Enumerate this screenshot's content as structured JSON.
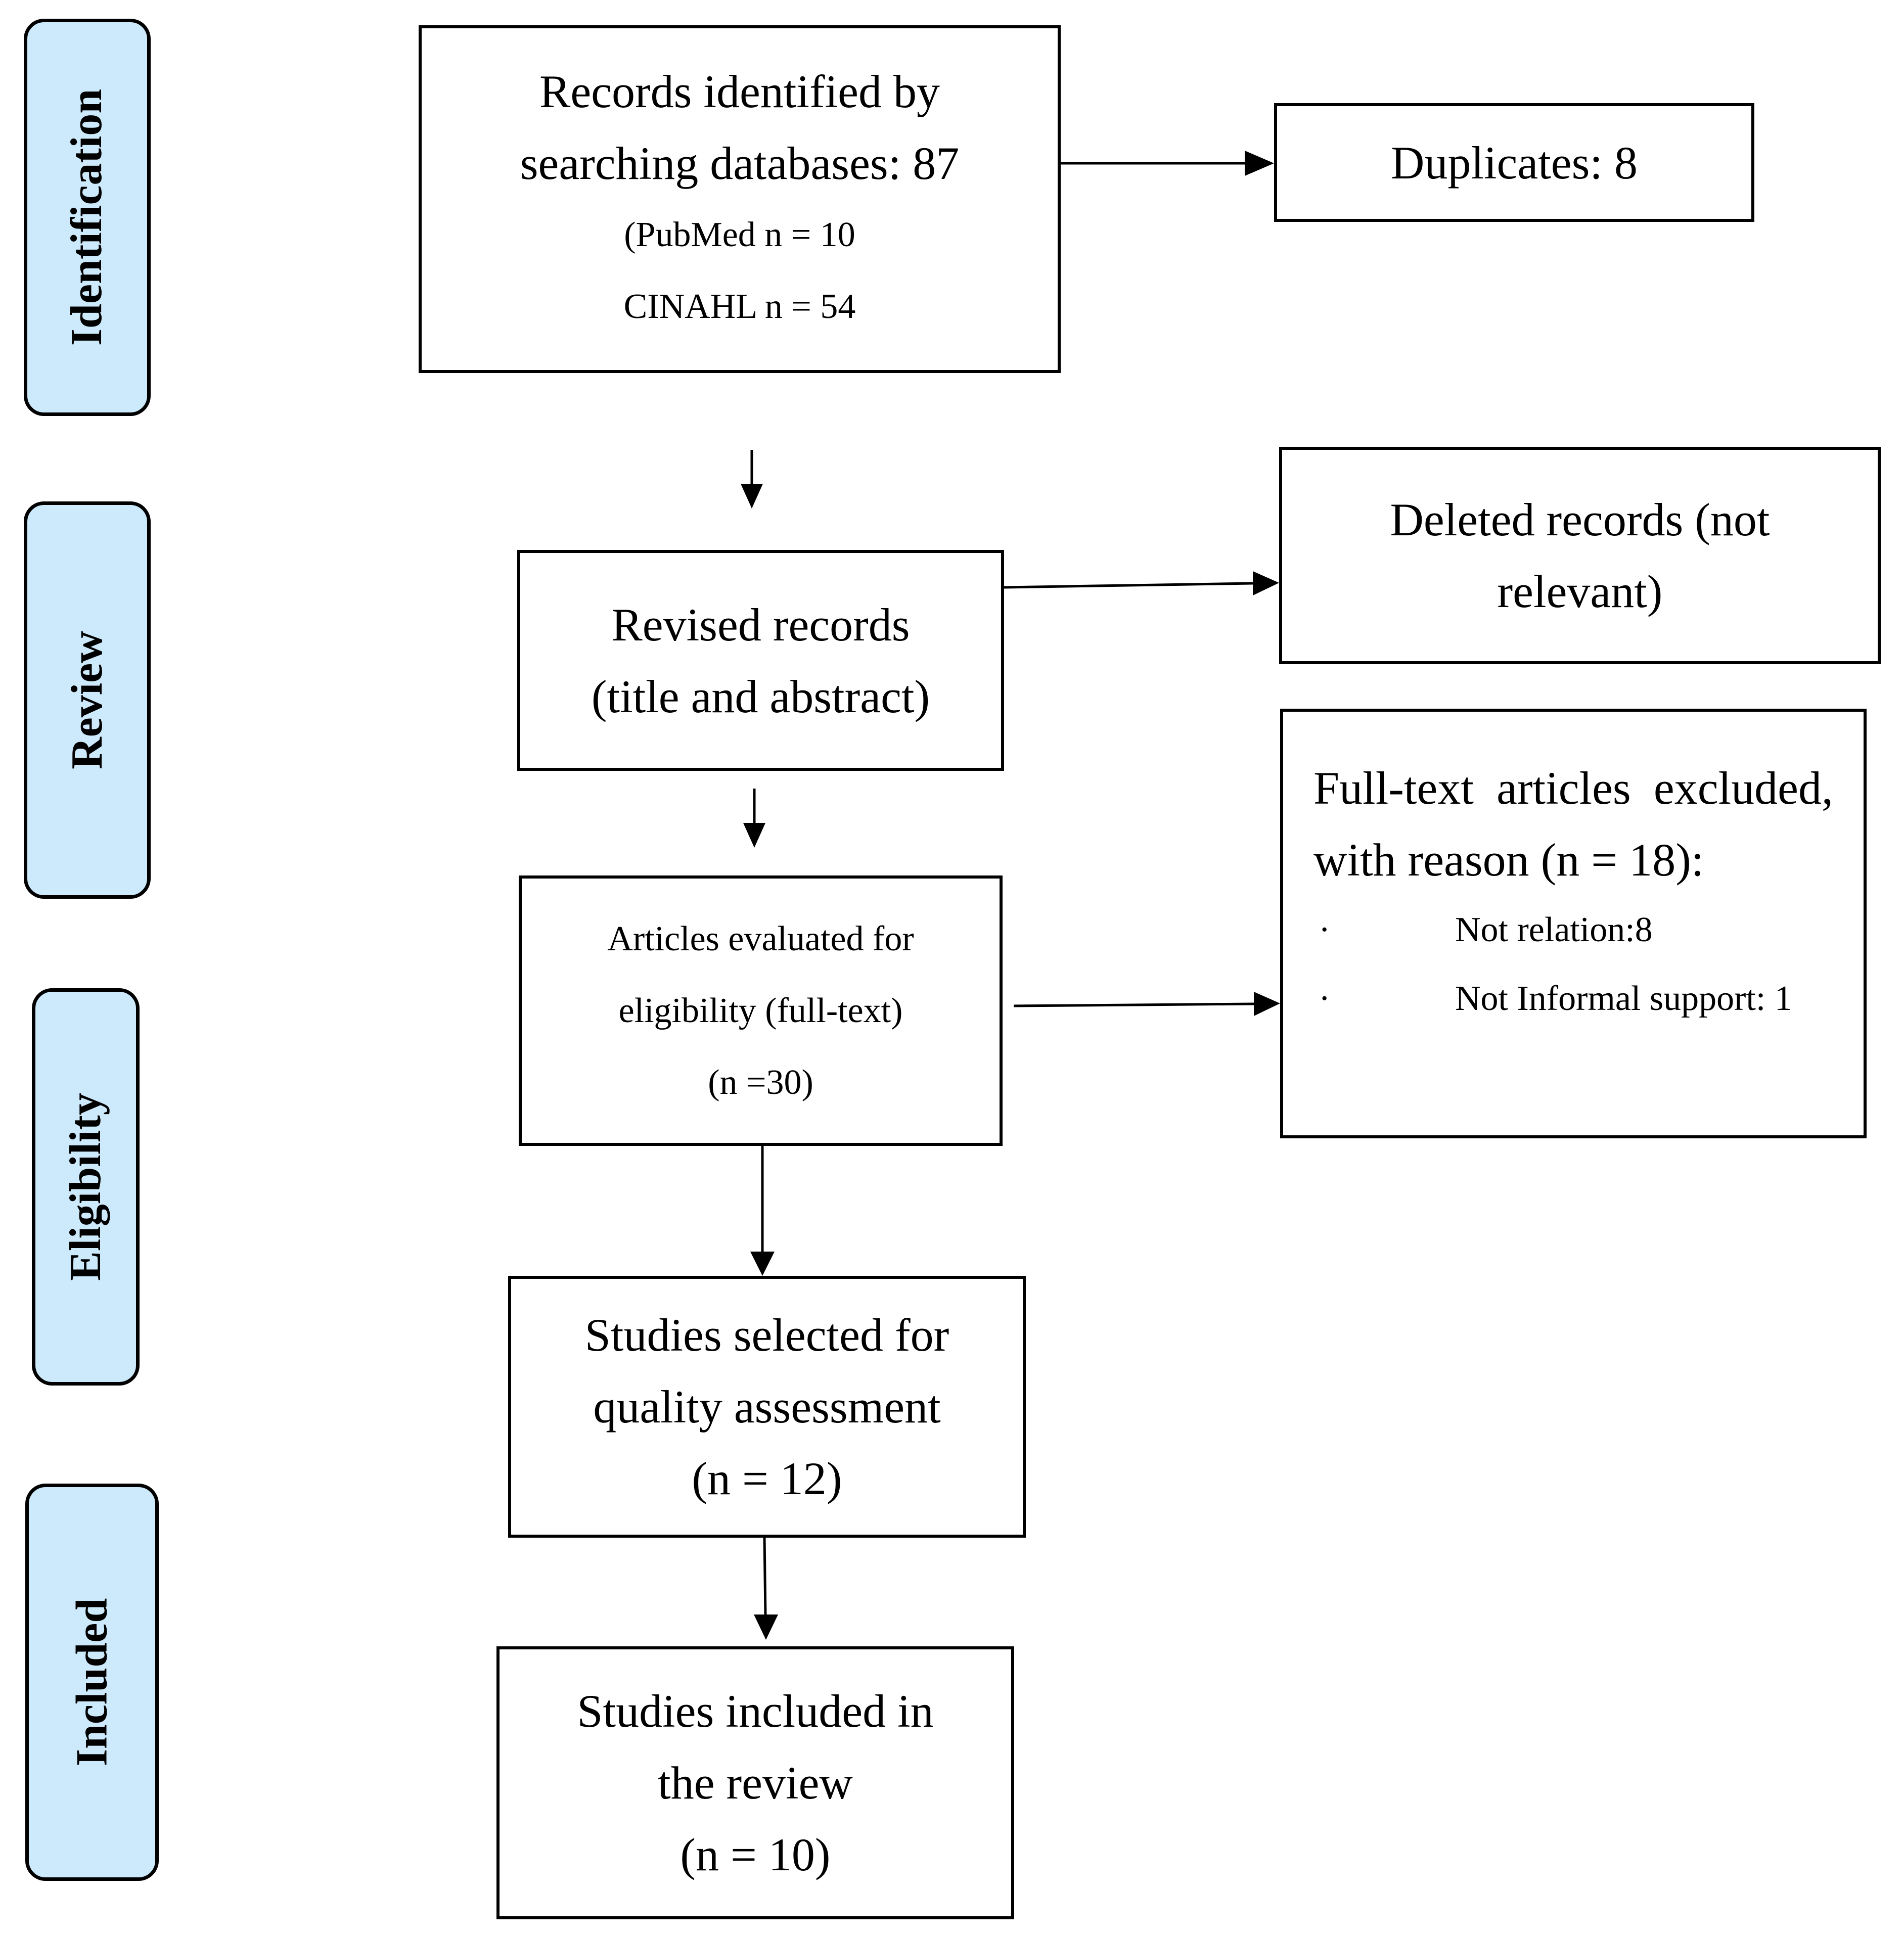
{
  "phases": {
    "identification": "Identification",
    "review": "Review",
    "eligibility": "Eligibility",
    "included": "Included"
  },
  "colors": {
    "phase_fill": "#cdeafc",
    "stroke": "#000000",
    "background": "#ffffff"
  },
  "boxes": {
    "records_identified": {
      "line1": "Records identified by",
      "line2": "searching databases: 87",
      "line3": "(PubMed n = 10",
      "line4": "CINAHL n = 54"
    },
    "duplicates": {
      "text": "Duplicates: 8"
    },
    "revised_records": {
      "line1": "Revised records",
      "line2": "(title and abstract)"
    },
    "deleted_records": {
      "line1": "Deleted records (not",
      "line2": "relevant)"
    },
    "articles_evaluated": {
      "line1": "Articles evaluated for",
      "line2": "eligibility (full-text)",
      "line3": "(n =30)"
    },
    "fulltext_excluded": {
      "text": "Full-text articles excluded, with reason (n = 18):",
      "bullet_char": "·",
      "bullets": [
        "Not relation:8",
        "Not Informal support: 1"
      ]
    },
    "studies_selected": {
      "line1": "Studies selected for",
      "line2": "quality assessment",
      "line3": "(n = 12)"
    },
    "studies_included": {
      "line1": "Studies included in",
      "line2": "the review",
      "line3": "(n = 10)"
    }
  }
}
